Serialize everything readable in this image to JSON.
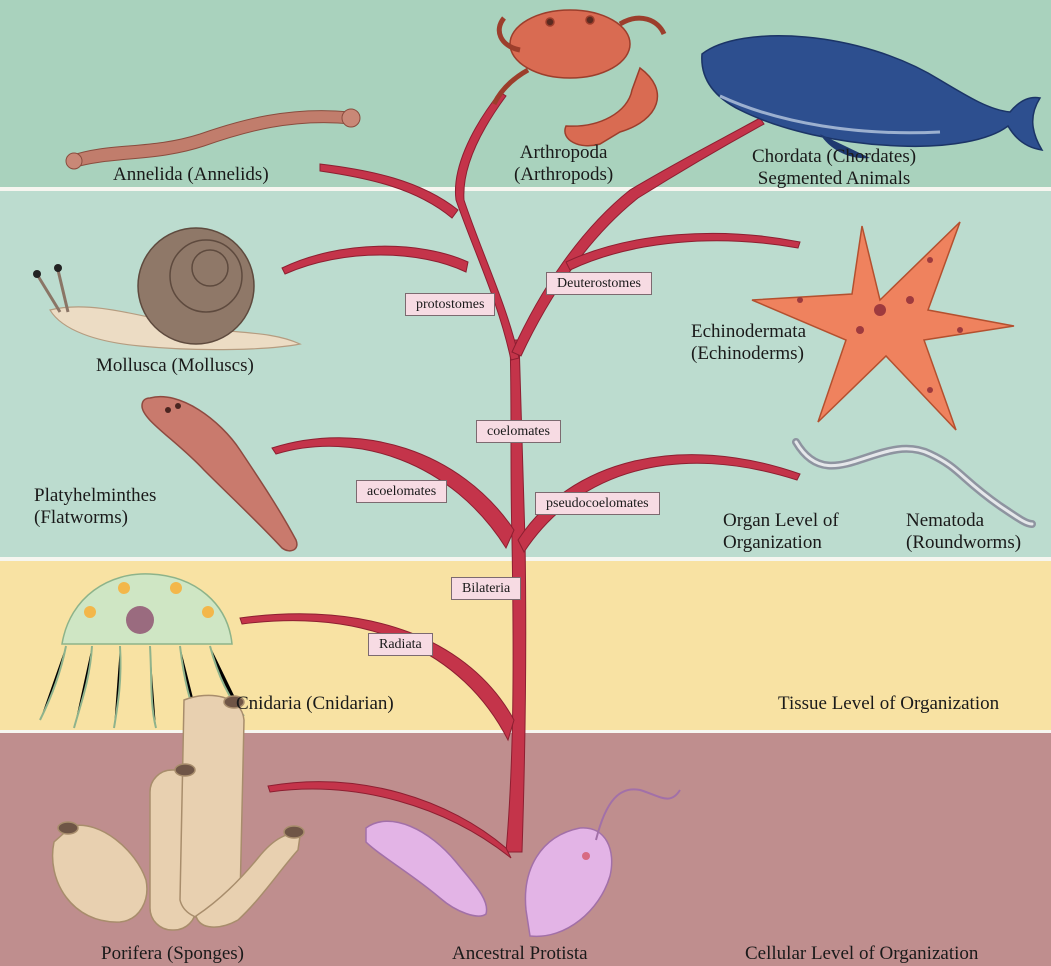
{
  "bands": {
    "segmented_color": "#a9d2bd",
    "organ_color": "#bcdccf",
    "tissue_color": "#f8e2a3",
    "cellular_color": "#bf8e8e",
    "divider_color": "#f6f6f0",
    "tree_color": "#c4344a"
  },
  "taxa": {
    "annelida": [
      "Annelida (Annelids)"
    ],
    "arthropoda": [
      "Arthropoda",
      "(Arthropods)"
    ],
    "chordata": [
      "Chordata (Chordates)",
      "Segmented Animals"
    ],
    "mollusca": [
      "Mollusca (Molluscs)"
    ],
    "echinodermata": [
      "Echinodermata",
      "(Echinoderms)"
    ],
    "platyhelminthes": [
      "Platyhelminthes",
      "(Flatworms)"
    ],
    "organ_level": [
      "Organ Level of",
      "Organization"
    ],
    "nematoda": [
      "Nematoda",
      "(Roundworms)"
    ],
    "cnidaria": [
      "Cnidaria (Cnidarian)"
    ],
    "tissue_level": [
      "Tissue Level of Organization"
    ],
    "porifera": [
      "Porifera (Sponges)"
    ],
    "protista": [
      "Ancestral Protista"
    ],
    "cellular_level": [
      "Cellular Level of Organization"
    ]
  },
  "nodes": {
    "protostomes": "protostomes",
    "deuterostomes": "Deuterostomes",
    "coelomates": "coelomates",
    "acoelomates": "acoelomates",
    "pseudocoelomates": "pseudocoelomates",
    "bilateria": "Bilateria",
    "radiata": "Radiata"
  }
}
